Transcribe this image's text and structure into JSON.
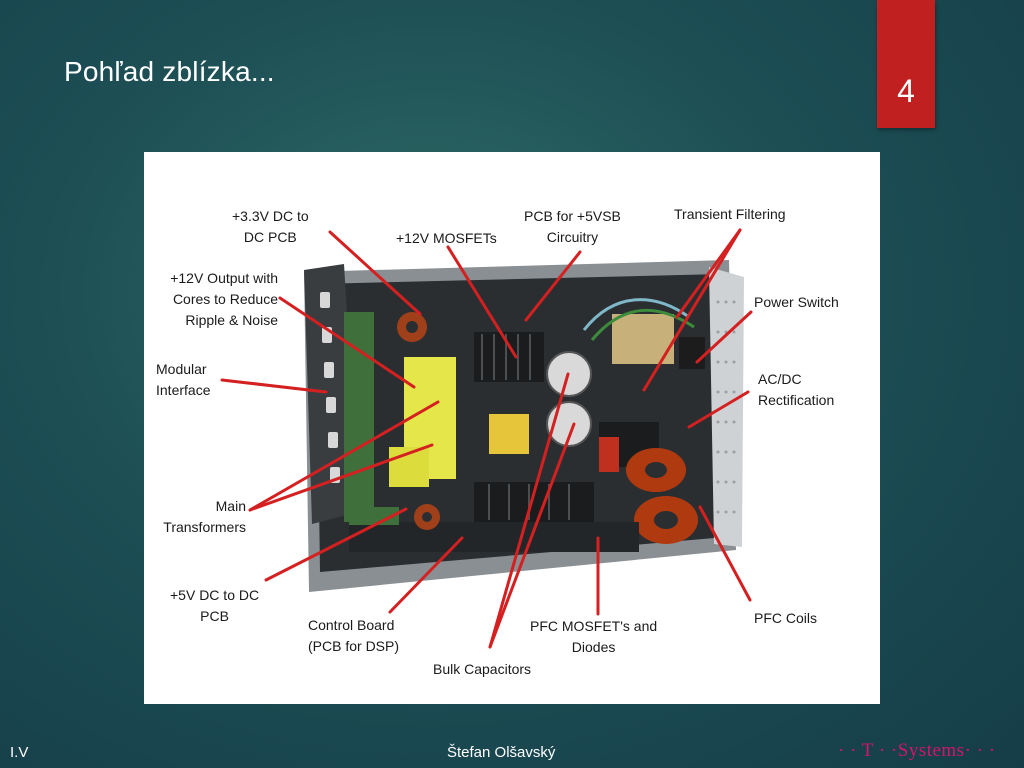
{
  "slide": {
    "title": "Pohľad zblízka...",
    "page_number": "4"
  },
  "labels": {
    "dc_3v3_line1": "+3.3V DC to",
    "dc_3v3_line2": "DC PCB",
    "mosfets_12v": "+12V MOSFETs",
    "pcb_5vsb_line1": "PCB for +5VSB",
    "pcb_5vsb_line2": "Circuitry",
    "transient_filtering": "Transient Filtering",
    "output_12v_line1": "+12V Output with",
    "output_12v_line2": "Cores to Reduce",
    "output_12v_line3": "Ripple & Noise",
    "power_switch": "Power Switch",
    "modular_line1": "Modular",
    "modular_line2": "Interface",
    "acdc_line1": "AC/DC",
    "acdc_line2": "Rectification",
    "main_tr_line1": "Main",
    "main_tr_line2": "Transformers",
    "dc_5v_line1": "+5V DC to DC",
    "dc_5v_line2": "PCB",
    "control_line1": "Control Board",
    "control_line2": "(PCB for DSP)",
    "pfc_mosfet_line1": "PFC MOSFET's and",
    "pfc_mosfet_line2": "Diodes",
    "pfc_coils": "PFC Coils",
    "bulk_caps": "Bulk Capacitors"
  },
  "footer": {
    "section": "I.V",
    "author": "Štefan Olšavský",
    "logo": "· · T · ·Systems· · ·"
  },
  "colors": {
    "accent_red": "#c0201f",
    "annotation_line": "#d42020",
    "logo_magenta": "#d4146e"
  }
}
